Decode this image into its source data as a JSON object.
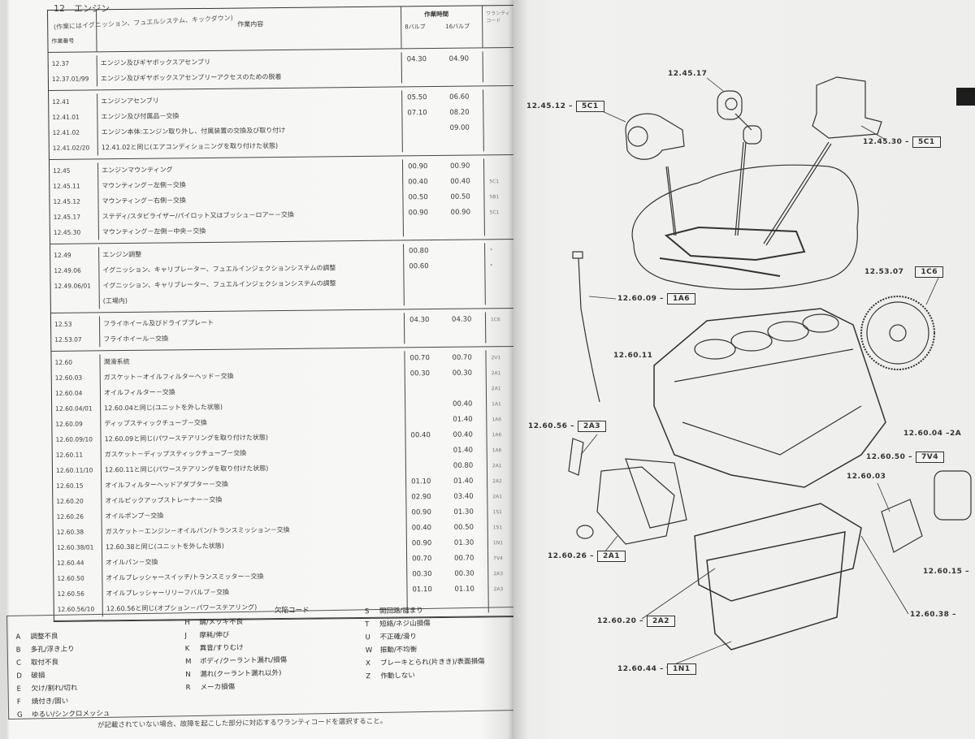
{
  "page_title": "12　エンジン",
  "subtitle": "(作業にはイグニッション、フュエルシステム、キックダウン)",
  "table_header": {
    "code": "作業番号",
    "desc": "作業内容",
    "time": "作業時間",
    "valve8": "8バルブ",
    "valve16": "16バルブ",
    "warranty": "ワランティコード"
  },
  "groups": [
    {
      "rows": [
        {
          "code": "12.37",
          "desc": "エンジン及びギヤボックスアセンブリ",
          "t8": "04.30",
          "t16": "04.90",
          "w": ""
        },
        {
          "code": "12.37.01/99",
          "desc": "エンジン及びギヤボックスアセンブリーアクセスのための脱着",
          "t8": "",
          "t16": "",
          "w": ""
        }
      ]
    },
    {
      "rows": [
        {
          "code": "12.41",
          "desc": "エンジンアセンブリ",
          "t8": "05.50",
          "t16": "06.60",
          "w": ""
        },
        {
          "code": "12.41.01",
          "desc": "エンジン及び付属品－交換",
          "t8": "07.10",
          "t16": "08.20",
          "w": ""
        },
        {
          "code": "12.41.02",
          "desc": "エンジン本体:エンジン取り外し、付属装置の交換及び取り付け",
          "t8": "",
          "t16": "09.00",
          "w": ""
        },
        {
          "code": "12.41.02/20",
          "desc": "12.41.02と同じ(エアコンディショニングを取り付けた状態)",
          "t8": "",
          "t16": "",
          "w": ""
        }
      ]
    },
    {
      "rows": [
        {
          "code": "12.45",
          "desc": "エンジンマウンティング",
          "t8": "00.90",
          "t16": "00.90",
          "w": ""
        },
        {
          "code": "12.45.11",
          "desc": "マウンティング－左側－交換",
          "t8": "00.40",
          "t16": "00.40",
          "w": "5C1"
        },
        {
          "code": "12.45.12",
          "desc": "マウンティング－右側－交換",
          "t8": "00.50",
          "t16": "00.50",
          "w": "5B1"
        },
        {
          "code": "12.45.17",
          "desc": "ステディ/スタビライザー/パイロット又はブッシュ－ロアー－交換",
          "t8": "00.90",
          "t16": "00.90",
          "w": "5C1"
        },
        {
          "code": "12.45.30",
          "desc": "マウンティング－左側－中央－交換",
          "t8": "",
          "t16": "",
          "w": ""
        }
      ]
    },
    {
      "rows": [
        {
          "code": "12.49",
          "desc": "エンジン調整",
          "t8": "00.80",
          "t16": "",
          "w": "*"
        },
        {
          "code": "12.49.06",
          "desc": "イグニッション、キャリブレーター、フュエルインジェクションシステムの調整",
          "t8": "00.60",
          "t16": "",
          "w": "*"
        },
        {
          "code": "12.49.06/01",
          "desc": "イグニッション、キャリブレーター、フュエルインジェクションシステムの調整",
          "t8": "",
          "t16": "",
          "w": ""
        },
        {
          "code": "",
          "desc": "(工場内)",
          "t8": "",
          "t16": "",
          "w": ""
        }
      ]
    },
    {
      "rows": [
        {
          "code": "12.53",
          "desc": "フライホイール及びドライブプレート",
          "t8": "04.30",
          "t16": "04.30",
          "w": "1C6"
        },
        {
          "code": "12.53.07",
          "desc": "フライホイール－交換",
          "t8": "",
          "t16": "",
          "w": ""
        }
      ]
    },
    {
      "rows": [
        {
          "code": "12.60",
          "desc": "潤滑系統",
          "t8": "00.70",
          "t16": "00.70",
          "w": "2V1"
        },
        {
          "code": "12.60.03",
          "desc": "ガスケット－オイルフィルターヘッド－交換",
          "t8": "00.30",
          "t16": "00.30",
          "w": "2A1"
        },
        {
          "code": "12.60.04",
          "desc": "オイルフィルター－交換",
          "t8": "",
          "t16": "",
          "w": "2A1"
        },
        {
          "code": "12.60.04/01",
          "desc": "12.60.04と同じ(ユニットを外した状態)",
          "t8": "",
          "t16": "00.40",
          "w": "1A1"
        },
        {
          "code": "12.60.09",
          "desc": "ディップスティックチューブ－交換",
          "t8": "",
          "t16": "01.40",
          "w": "1A6"
        },
        {
          "code": "12.60.09/10",
          "desc": "12.60.09と同じ(パワーステアリングを取り付けた状態)",
          "t8": "00.40",
          "t16": "00.40",
          "w": "1A6"
        },
        {
          "code": "12.60.11",
          "desc": "ガスケット－ディップスティックチューブ－交換",
          "t8": "",
          "t16": "01.40",
          "w": "1A6"
        },
        {
          "code": "12.60.11/10",
          "desc": "12.60.11と同じ(パワーステアリングを取り付けた状態)",
          "t8": "",
          "t16": "00.80",
          "w": "2A1"
        },
        {
          "code": "12.60.15",
          "desc": "オイルフィルターヘッドアダプター－交換",
          "t8": "01.10",
          "t16": "01.40",
          "w": "2A2"
        },
        {
          "code": "12.60.20",
          "desc": "オイルピックアップストレーナー－交換",
          "t8": "02.90",
          "t16": "03.40",
          "w": "2A1"
        },
        {
          "code": "12.60.26",
          "desc": "オイルポンプ－交換",
          "t8": "00.90",
          "t16": "01.30",
          "w": "1S1"
        },
        {
          "code": "12.60.38",
          "desc": "ガスケット－エンジン－オイルパン/トランスミッション－交換",
          "t8": "00.40",
          "t16": "00.50",
          "w": "1S1"
        },
        {
          "code": "12.60.38/01",
          "desc": "12.60.38と同じ(ユニットを外した状態)",
          "t8": "00.90",
          "t16": "01.30",
          "w": "1N1"
        },
        {
          "code": "12.60.44",
          "desc": "オイルパン－交換",
          "t8": "00.70",
          "t16": "00.70",
          "w": "7V4"
        },
        {
          "code": "12.60.50",
          "desc": "オイルプレッシャースイッチ/トランスミッター－交換",
          "t8": "00.30",
          "t16": "00.30",
          "w": "2A3"
        },
        {
          "code": "12.60.56",
          "desc": "オイルプレッシャーリリーフバルブ－交換",
          "t8": "01.10",
          "t16": "01.10",
          "w": "2A3"
        },
        {
          "code": "12.60.56/10",
          "desc": "12.60.56と同じ(オプション－パワーステアリング)",
          "t8": "",
          "t16": "",
          "w": ""
        }
      ]
    }
  ],
  "legend": {
    "title": "欠陥コード",
    "col1": [
      {
        "k": "A",
        "v": "調整不良"
      },
      {
        "k": "B",
        "v": "多孔/浮き上り"
      },
      {
        "k": "C",
        "v": "取付不良"
      },
      {
        "k": "D",
        "v": "破損"
      },
      {
        "k": "E",
        "v": "欠け/割れ/切れ"
      },
      {
        "k": "F",
        "v": "焼付き/固い"
      },
      {
        "k": "G",
        "v": "ゆるい/シンクロメッシュ"
      }
    ],
    "col2": [
      {
        "k": "H",
        "v": "錆/メッキ不良"
      },
      {
        "k": "J",
        "v": "摩耗/伸び"
      },
      {
        "k": "K",
        "v": "異音/すりむけ"
      },
      {
        "k": "M",
        "v": "ボディ/クーラント漏れ/損傷"
      },
      {
        "k": "N",
        "v": "漏れ(クーラント漏れ以外)"
      },
      {
        "k": "R",
        "v": "メーカ損傷"
      }
    ],
    "col3": [
      {
        "k": "S",
        "v": "開回路/詰まり"
      },
      {
        "k": "T",
        "v": "短絡/ネジ山損傷"
      },
      {
        "k": "U",
        "v": "不正確/滑り"
      },
      {
        "k": "W",
        "v": "振動/不均衡"
      },
      {
        "k": "X",
        "v": "ブレーキとられ(片きき)/表面損傷"
      },
      {
        "k": "Z",
        "v": "作動しない"
      }
    ]
  },
  "footer": "が記載されていない場合、故障を起こした部分に対応するワランティコードを選択すること。",
  "diagram_labels": [
    {
      "id": "l4517",
      "ref": "12.45.17",
      "code": ""
    },
    {
      "id": "l4512",
      "ref": "12.45.12 –",
      "code": "5C1"
    },
    {
      "id": "l4530",
      "ref": "12.45.30 –",
      "code": "5C1"
    },
    {
      "id": "l5307",
      "ref": "12.53.07",
      "code": "1C6"
    },
    {
      "id": "l6009",
      "ref": "12.60.09 –",
      "code": "1A6"
    },
    {
      "id": "l6011",
      "ref": "12.60.11",
      "code": ""
    },
    {
      "id": "l6056",
      "ref": "12.60.56 –",
      "code": "2A3"
    },
    {
      "id": "l6004",
      "ref": "12.60.04 –",
      "code": "2A"
    },
    {
      "id": "l6050",
      "ref": "12.60.50 –",
      "code": "7V4"
    },
    {
      "id": "l6003",
      "ref": "12.60.03",
      "code": ""
    },
    {
      "id": "l6026",
      "ref": "12.60.26 –",
      "code": "2A1"
    },
    {
      "id": "l6015",
      "ref": "12.60.15 –",
      "code": ""
    },
    {
      "id": "l6038",
      "ref": "12.60.38 –",
      "code": ""
    },
    {
      "id": "l6020",
      "ref": "12.60.20 –",
      "code": "2A2"
    },
    {
      "id": "l6044",
      "ref": "12.60.44 –",
      "code": "1N1"
    }
  ]
}
